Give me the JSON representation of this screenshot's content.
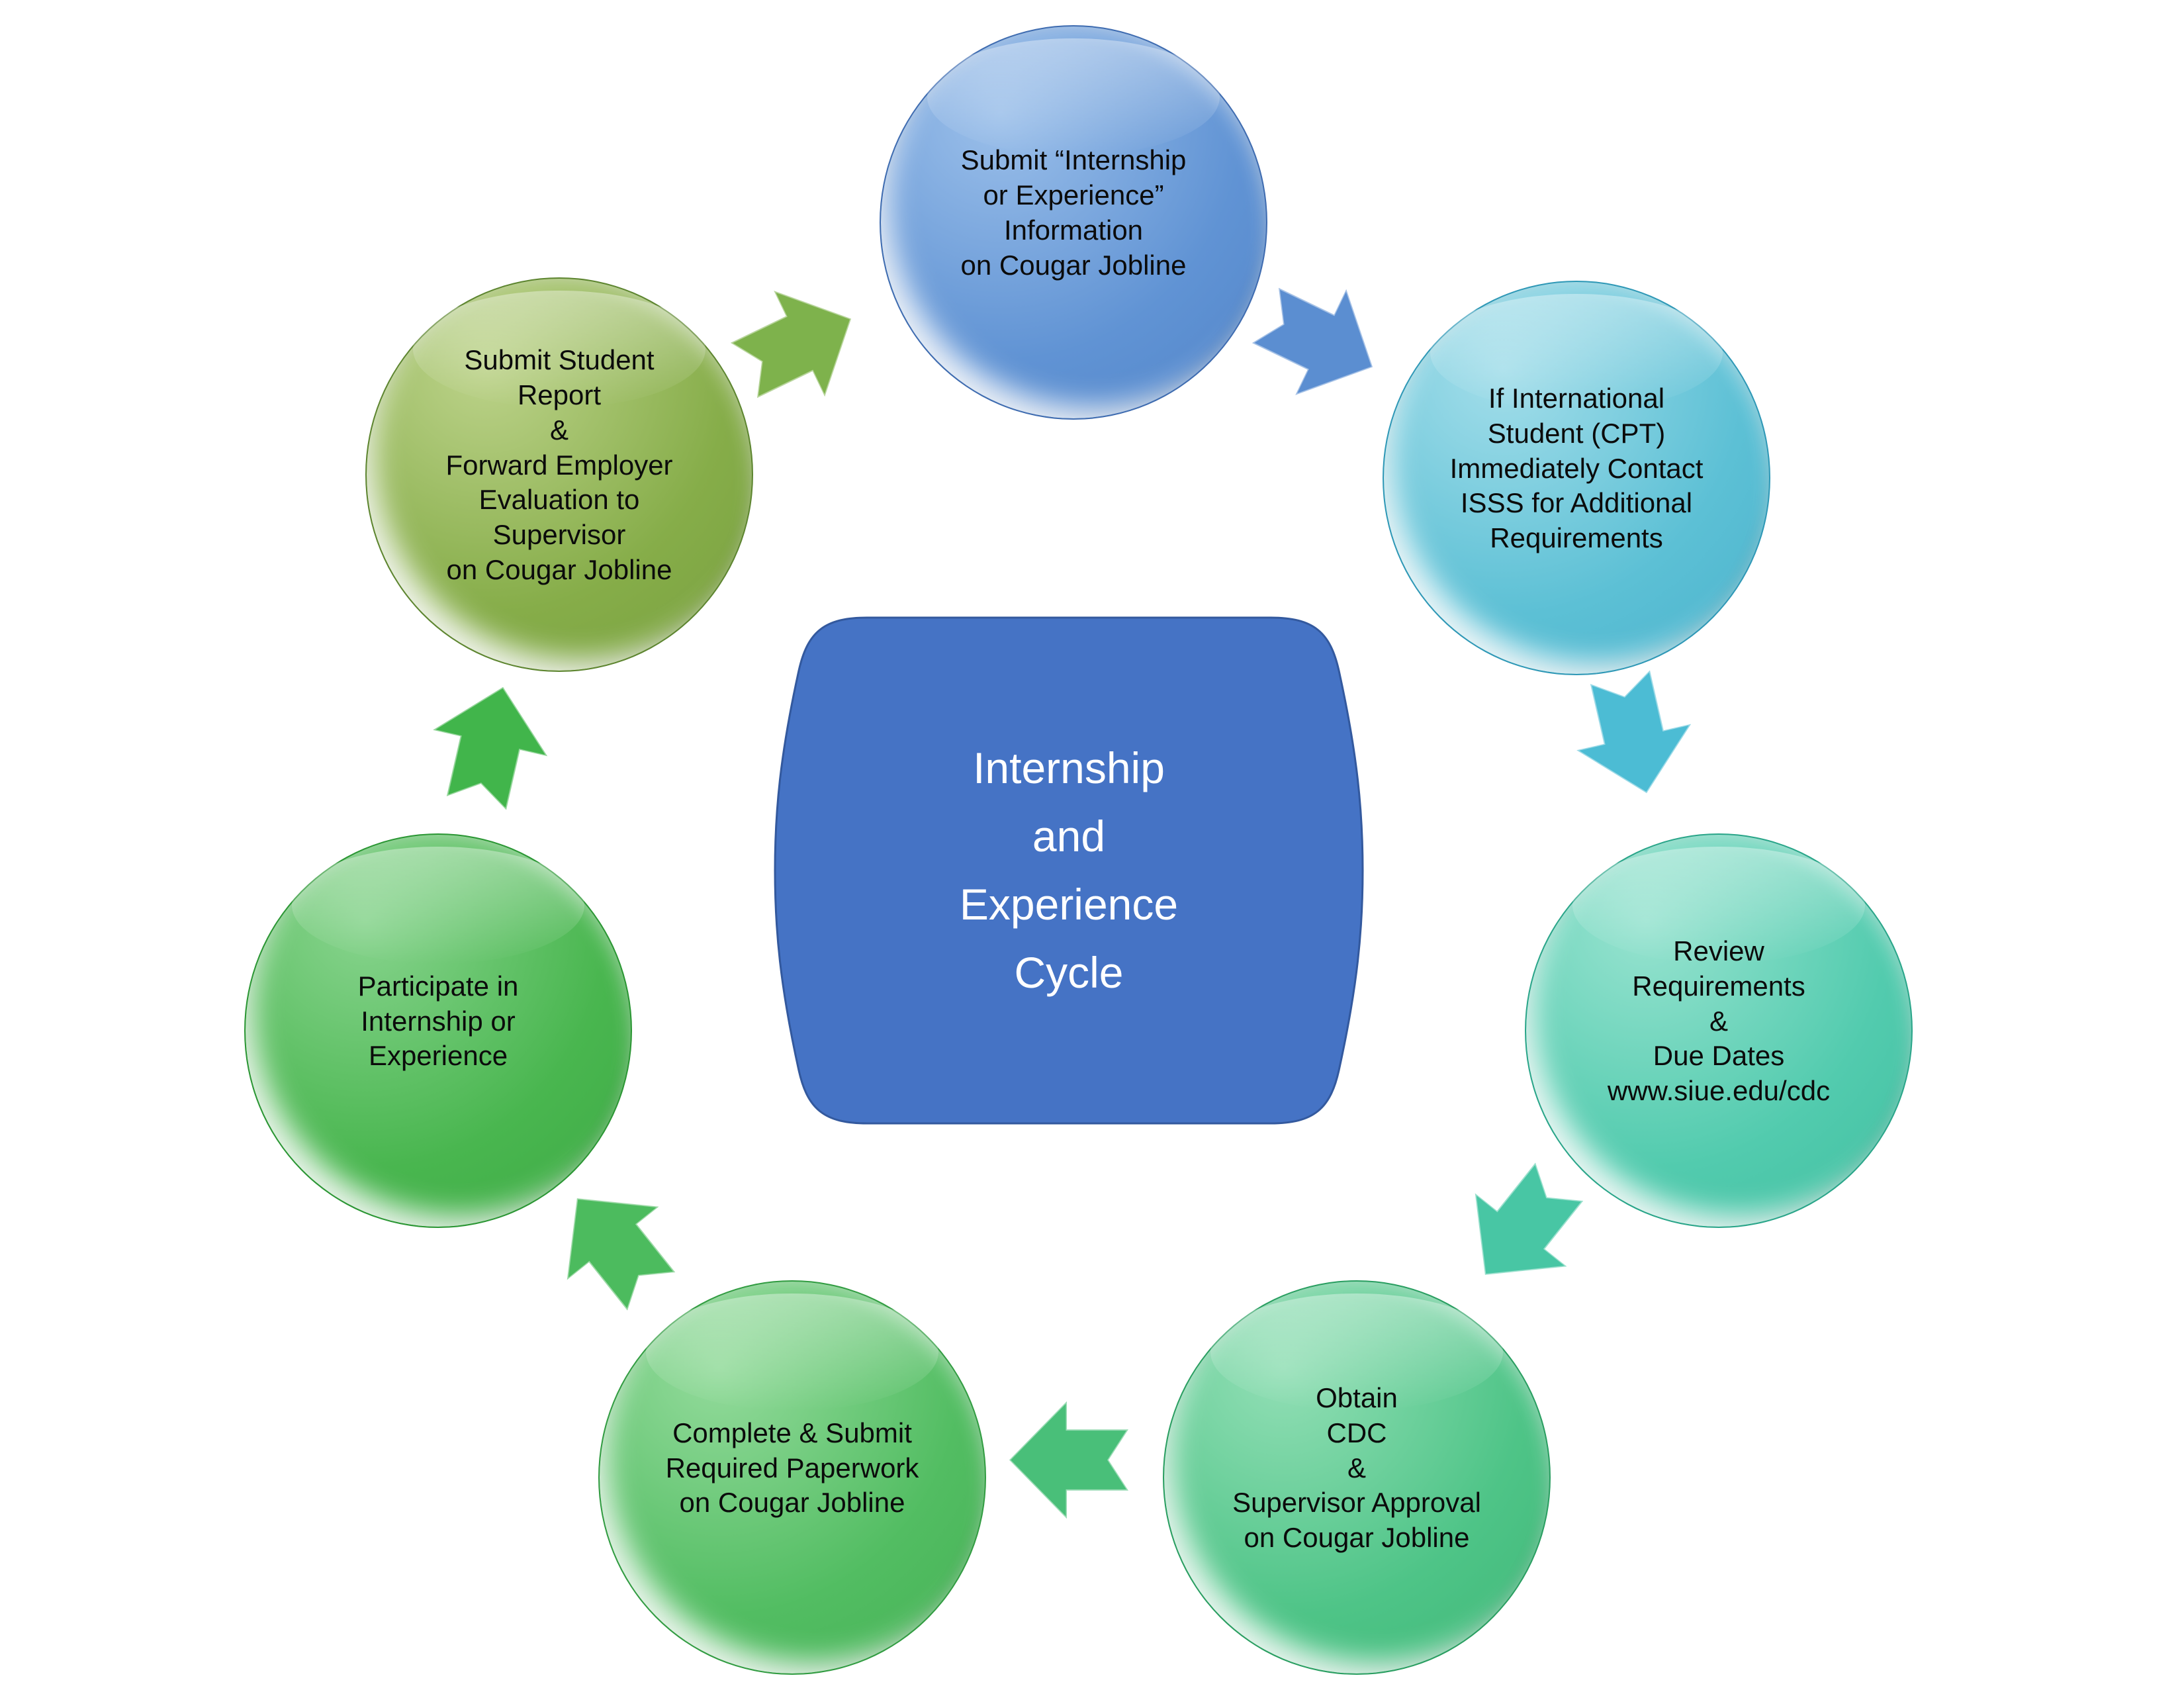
{
  "diagram": {
    "background": "#ffffff",
    "flow": "clockwise",
    "center": {
      "label": "Internship\nand\nExperience\nCycle",
      "fill": "#4573c5",
      "edge": "#33599e",
      "text_color": "#ffffff"
    },
    "nodes": [
      {
        "name": "submit-internship-or-experience-information",
        "label": "Submit “Internship\nor Experience”\nInformation\non Cougar Jobline",
        "fill": "#6093d4"
      },
      {
        "name": "international-student-cpt-contact-isss",
        "label": "If International\nStudent (CPT)\nImmediately Contact\nISSS for Additional\nRequirements",
        "fill": "#5cc0d5"
      },
      {
        "name": "review-requirements-due-dates",
        "label": "Review\nRequirements\n&\nDue Dates\nwww.siue.edu/cdc",
        "fill": "#52cbae"
      },
      {
        "name": "obtain-cdc-supervisor-approval",
        "label": "Obtain\nCDC\n&\nSupervisor Approval\non Cougar Jobline",
        "fill": "#4ec487"
      },
      {
        "name": "complete-submit-required-paperwork",
        "label": "Complete & Submit\nRequired Paperwork\non Cougar Jobline",
        "fill": "#52bd62"
      },
      {
        "name": "participate-in-internship-or-experience",
        "label": "Participate in\nInternship or\nExperience",
        "fill": "#49b64f"
      },
      {
        "name": "submit-student-report-forward-employer-evaluation",
        "label": "Submit Student\nReport\n&\nForward Employer\nEvaluation to\nSupervisor\non Cougar Jobline",
        "fill": "#86ad49"
      }
    ],
    "arrows": [
      {
        "name": "arrow-top-to-upper-right",
        "fill": "#5b8ed1"
      },
      {
        "name": "arrow-upper-right-to-right",
        "fill": "#4cbcd4"
      },
      {
        "name": "arrow-right-to-lower-right",
        "fill": "#48c6a4"
      },
      {
        "name": "arrow-lower-right-to-lower-left",
        "fill": "#49bf79"
      },
      {
        "name": "arrow-lower-left-to-left",
        "fill": "#4cbb5e"
      },
      {
        "name": "arrow-left-to-upper-left",
        "fill": "#41b54b"
      },
      {
        "name": "arrow-upper-left-to-top",
        "fill": "#7eb24c"
      }
    ]
  }
}
